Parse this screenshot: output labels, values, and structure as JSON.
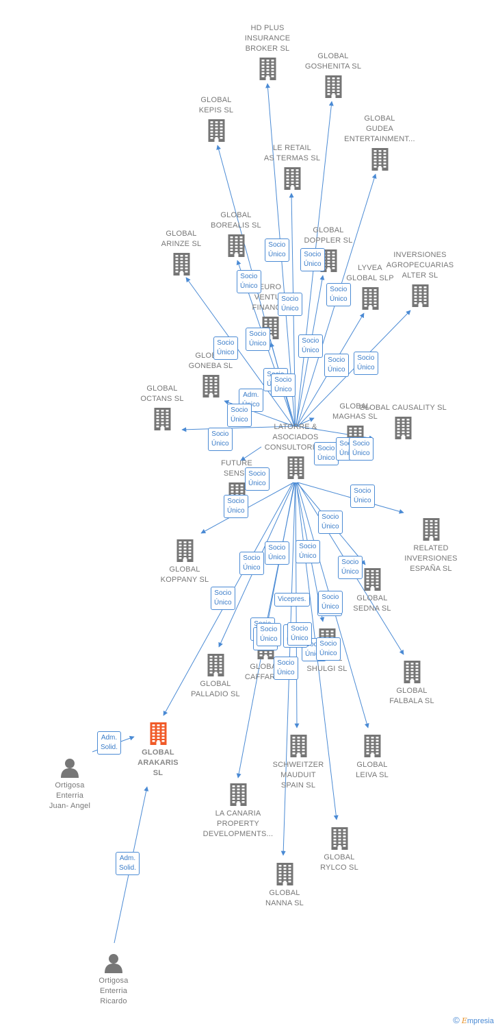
{
  "nodes": [
    {
      "id": "center",
      "label": "LATORRE &\nASOCIADOS\nCONSULTORIA...",
      "type": "company",
      "focus": false
    },
    {
      "id": "arakaris",
      "label": "GLOBAL\nARAKARIS\nSL",
      "type": "company",
      "focus": true
    },
    {
      "id": "hdplus",
      "label": "HD PLUS\nINSURANCE\nBROKER  SL",
      "type": "company"
    },
    {
      "id": "goshenita",
      "label": "GLOBAL\nGOSHENITA SL",
      "type": "company"
    },
    {
      "id": "kepis",
      "label": "GLOBAL\nKEPIS  SL",
      "type": "company"
    },
    {
      "id": "gudea",
      "label": "GLOBAL\nGUDEA\nENTERTAINMENT...",
      "type": "company"
    },
    {
      "id": "leretail",
      "label": "LE RETAIL\nAS TERMAS  SL",
      "type": "company"
    },
    {
      "id": "borealis",
      "label": "GLOBAL\nBOREALIS  SL",
      "type": "company"
    },
    {
      "id": "doppler",
      "label": "GLOBAL\nDOPPLER  SL",
      "type": "company"
    },
    {
      "id": "arinze",
      "label": "GLOBAL\nARINZE  SL",
      "type": "company"
    },
    {
      "id": "inversiones",
      "label": "INVERSIONES\nAGROPECUARIAS\nALTER  SL",
      "type": "company"
    },
    {
      "id": "lyvea",
      "label": "LYVEA\nGLOBAL  SLP",
      "type": "company"
    },
    {
      "id": "euro",
      "label": "EURO\nVENTUR\nFINANCIA",
      "type": "company"
    },
    {
      "id": "goneba",
      "label": "GLOBAL\nGONEBA  SL",
      "type": "company"
    },
    {
      "id": "octans",
      "label": "GLOBAL\nOCTANS  SL",
      "type": "company"
    },
    {
      "id": "causality",
      "label": "GLOBAL  CAUSALITY  SL",
      "type": "company"
    },
    {
      "id": "maghas",
      "label": "GLOBAL\nMAGHAS  SL",
      "type": "company"
    },
    {
      "id": "future",
      "label": "FUTURE\nSENSE",
      "type": "company"
    },
    {
      "id": "related",
      "label": "RELATED\nINVERSIONES\nESPAÑA  SL",
      "type": "company"
    },
    {
      "id": "koppany",
      "label": "GLOBAL\nKOPPANY  SL",
      "type": "company"
    },
    {
      "id": "sedna",
      "label": "GLOBAL\nSEDNA  SL",
      "type": "company"
    },
    {
      "id": "palladio",
      "label": "GLOBAL\nPALLADIO  SL",
      "type": "company"
    },
    {
      "id": "caffarra",
      "label": "GLOBAL\nCAFFARRA",
      "type": "company"
    },
    {
      "id": "shulgi",
      "label": "GLOBAL\nSHULGI  SL",
      "type": "company"
    },
    {
      "id": "falbala",
      "label": "GLOBAL\nFALBALA  SL",
      "type": "company"
    },
    {
      "id": "schweitzer",
      "label": "SCHWEITZER\nMAUDUIT\nSPAIN SL",
      "type": "company"
    },
    {
      "id": "leiva",
      "label": "GLOBAL\nLEIVA  SL",
      "type": "company"
    },
    {
      "id": "lacanaria",
      "label": "LA CANARIA\nPROPERTY\nDEVELOPMENTS...",
      "type": "company"
    },
    {
      "id": "rylco",
      "label": "GLOBAL\nRYLCO  SL",
      "type": "company"
    },
    {
      "id": "nanna",
      "label": "GLOBAL\nNANNA  SL",
      "type": "company"
    },
    {
      "id": "juanangel",
      "label": "Ortigosa\nEnterria\nJuan- Angel",
      "type": "person"
    },
    {
      "id": "ricardo",
      "label": "Ortigosa\nEnterria\nRicardo",
      "type": "person"
    }
  ],
  "edges": [
    {
      "from": "center",
      "to": "hdplus",
      "label": "Socio\nÚnico"
    },
    {
      "from": "center",
      "to": "goshenita",
      "label": "Socio\nÚnico"
    },
    {
      "from": "center",
      "to": "kepis",
      "label": "Socio\nÚnico"
    },
    {
      "from": "center",
      "to": "gudea",
      "label": "Socio\nÚnico"
    },
    {
      "from": "center",
      "to": "leretail",
      "label": "Socio\nÚnico"
    },
    {
      "from": "center",
      "to": "borealis",
      "label": "Socio\nÚnico"
    },
    {
      "from": "center",
      "to": "doppler",
      "label": "Socio\nÚnico"
    },
    {
      "from": "center",
      "to": "arinze",
      "label": "Socio\nÚnico"
    },
    {
      "from": "center",
      "to": "inversiones",
      "label": "Socio\nÚnico"
    },
    {
      "from": "center",
      "to": "lyvea",
      "label": "Socio\nÚnico"
    },
    {
      "from": "center",
      "to": "euro",
      "label": "Socio\nÚnico"
    },
    {
      "from": "center",
      "to": "goneba",
      "label": "Adm.\nÚnico"
    },
    {
      "from": "center",
      "to": "octans",
      "label": "Socio\nÚnico"
    },
    {
      "from": "center",
      "to": "causality",
      "label": "Socio\nÚnico"
    },
    {
      "from": "center",
      "to": "maghas",
      "label": "Socio\nÚnico"
    },
    {
      "from": "center",
      "to": "future",
      "label": "Socio\nÚnico"
    },
    {
      "from": "center",
      "to": "related",
      "label": "Socio\nÚnico"
    },
    {
      "from": "center",
      "to": "koppany",
      "label": "Socio\nÚnico"
    },
    {
      "from": "center",
      "to": "sedna",
      "label": "Socio\nÚnico"
    },
    {
      "from": "center",
      "to": "palladio",
      "label": "Socio\nÚnico"
    },
    {
      "from": "center",
      "to": "caffarra",
      "label": "Socio\nÚnico"
    },
    {
      "from": "center",
      "to": "shulgi",
      "label": "Vicepres."
    },
    {
      "from": "center",
      "to": "falbala",
      "label": "Socio\nÚnico"
    },
    {
      "from": "center",
      "to": "schweitzer",
      "label": "Socio\nÚnico"
    },
    {
      "from": "center",
      "to": "leiva",
      "label": "Socio\nÚnico"
    },
    {
      "from": "center",
      "to": "lacanaria",
      "label": "Socio\nÚnico"
    },
    {
      "from": "center",
      "to": "rylco",
      "label": "Socio\nÚnico"
    },
    {
      "from": "center",
      "to": "nanna",
      "label": "Socio\nÚnico"
    },
    {
      "from": "center",
      "to": "arakaris",
      "label": "Socio\nÚnico"
    },
    {
      "from": "juanangel",
      "to": "arakaris",
      "label": "Adm.\nSolid."
    },
    {
      "from": "ricardo",
      "to": "arakaris",
      "label": "Adm.\nSolid."
    }
  ],
  "extra_labels": [
    "Socio\nÚnico",
    "Socio\nÚnico",
    "Socio\nÚnico",
    "Socio\nÚnico",
    "Socio\nÚnico",
    "Socio\nÚnico",
    "Socio\nÚnico",
    "Socio\nÚnico",
    "Socio\nÚnico"
  ],
  "colors": {
    "edge": "#4a8ad4",
    "company": "#757575",
    "focus": "#f05a28",
    "person": "#777777",
    "pill_border": "#4a8ad4",
    "pill_text": "#3a7cc8",
    "label": "#777777"
  },
  "footer": {
    "copyright": "©",
    "brand_first": "E",
    "brand_rest": "mpresia"
  }
}
